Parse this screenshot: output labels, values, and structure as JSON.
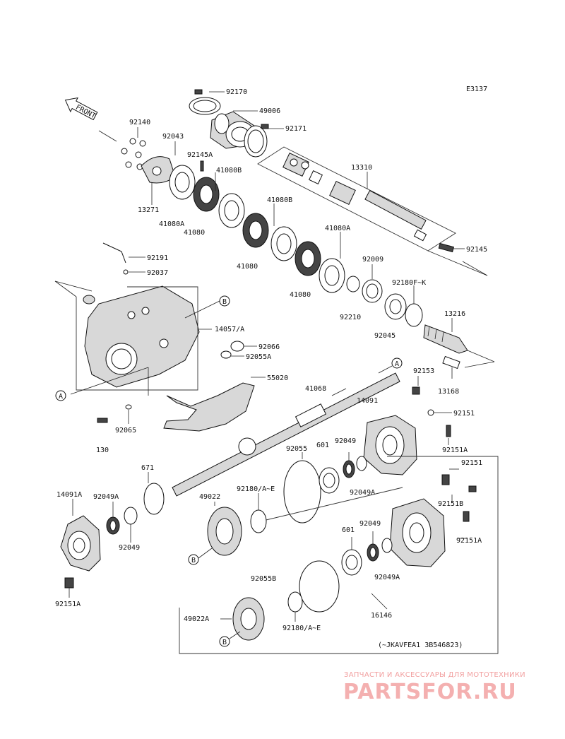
{
  "diagram_code": "E3137",
  "front_label": "FRONT",
  "serial_note": "(~JKAVFEA1 3B546823)",
  "watermark": {
    "subtitle": "ЗАПЧАСТИ И АКСЕССУАРЫ ДЛЯ МОТОТЕХНИКИ",
    "logo": "PARTSFOR.RU"
  },
  "refs": {
    "a": "A",
    "b": "B"
  },
  "labels": {
    "p92170": "92170",
    "p49006": "49006",
    "p92171": "92171",
    "p92140": "92140",
    "p92043": "92043",
    "p92145a": "92145A",
    "p41080b_1": "41080B",
    "p41080b_2": "41080B",
    "p13310": "13310",
    "p13271": "13271",
    "p41080a_1": "41080A",
    "p41080_1": "41080",
    "p41080_2": "41080",
    "p41080a_2": "41080A",
    "p41080_3": "41080",
    "p92009": "92009",
    "p92180fk": "92180F~K",
    "p92145": "92145",
    "p92191": "92191",
    "p92037": "92037",
    "p92210": "92210",
    "p92045": "92045",
    "p13216": "13216",
    "p14057a": "14057/A",
    "p92066": "92066",
    "p92055a": "92055A",
    "p13168": "13168",
    "p55020": "55020",
    "p92153": "92153",
    "p41068": "41068",
    "p14091": "14091",
    "p92151_1": "92151",
    "p92065": "92065",
    "p130": "130",
    "p92151a_1": "92151A",
    "p92055": "92055",
    "p601_1": "601",
    "p92049_1": "92049",
    "p671": "671",
    "p92151_2": "92151",
    "p92049a_1": "92049A",
    "p14091a": "14091A",
    "p92049a_2": "92049A",
    "p49022": "49022",
    "p92180ae_1": "92180/A~E",
    "p92151b": "92151B",
    "p92049_2": "92049",
    "p601_2": "601",
    "p92049_3": "92049",
    "p92151a_2": "92151A",
    "p92049a_3": "92049A",
    "p92055b": "92055B",
    "p92151a_3": "92151A",
    "p16146": "16146",
    "p49022a": "49022A",
    "p92180ae_2": "92180/A~E"
  }
}
